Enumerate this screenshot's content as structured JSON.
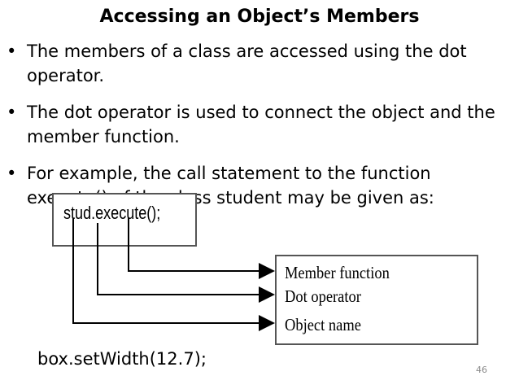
{
  "slide": {
    "title": "Accessing an Object’s Members",
    "bullets": [
      "The members of a class are accessed using the dot operator.",
      "The dot operator is used to connect the object and the member function.",
      "For example, the call statement to the function execute() of the class student may be given as:"
    ],
    "bullet_symbol": "•",
    "code_in_box": "stud.execute();",
    "labels": [
      "Member function",
      "Dot operator",
      "Object name"
    ],
    "footer_code": "box.setWidth(12.7);",
    "page_number": "46"
  }
}
